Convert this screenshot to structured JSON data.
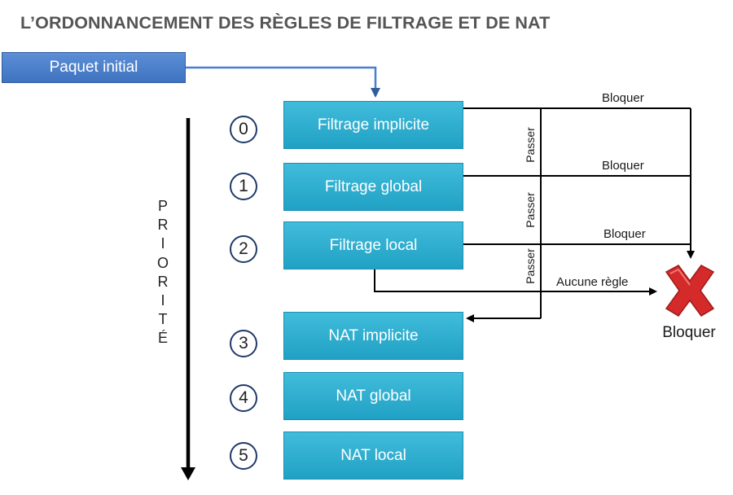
{
  "title": "L’ORDONNANCEMENT DES RÈGLES DE FILTRAGE ET DE NAT",
  "initial_packet": "Paquet initial",
  "priority_label": [
    "P",
    "R",
    "I",
    "O",
    "R",
    "I",
    "T",
    "É"
  ],
  "stages": [
    {
      "number": "0",
      "label": "Filtrage implicite"
    },
    {
      "number": "1",
      "label": "Filtrage global"
    },
    {
      "number": "2",
      "label": "Filtrage local"
    },
    {
      "number": "3",
      "label": "NAT implicite"
    },
    {
      "number": "4",
      "label": "NAT global"
    },
    {
      "number": "5",
      "label": "NAT local"
    }
  ],
  "edges": {
    "block": [
      "Bloquer",
      "Bloquer",
      "Bloquer"
    ],
    "pass": [
      "Passer",
      "Passer",
      "Passer"
    ],
    "no_rule": "Aucune règle"
  },
  "final_action": {
    "label": "Bloquer",
    "icon": "red-x-icon"
  },
  "colors": {
    "title": "#555555",
    "initial_packet": "#4a7fcc",
    "stage": "#2aaed0",
    "block_icon": "#d42a2a"
  }
}
